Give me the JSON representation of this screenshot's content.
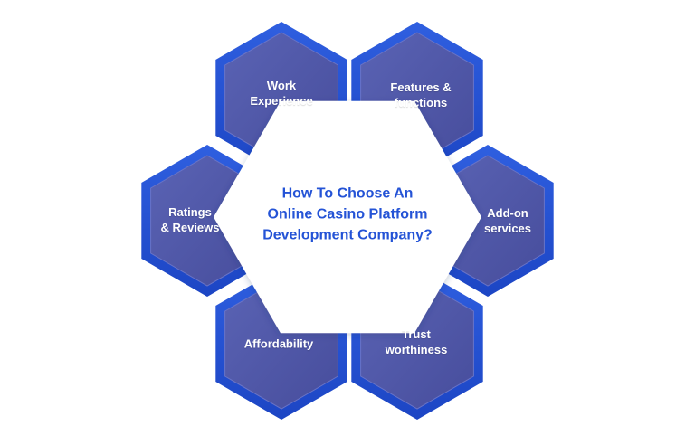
{
  "center": {
    "title": "How To Choose An\nOnline Casino Platform\nDevelopment Company?"
  },
  "factors": [
    {
      "label": "Work\nExperience"
    },
    {
      "label": "Features &\nfunctions"
    },
    {
      "label": "Add-on\nservices"
    },
    {
      "label": "Trust\nworthiness"
    },
    {
      "label": "Affordability"
    },
    {
      "label": "Ratings\n& Reviews"
    }
  ],
  "colors": {
    "outer_hex": "#2452d0",
    "inner_hex": "#5258a8",
    "center_fill": "#ffffff",
    "center_text": "#2453d6",
    "label_text": "#ffffff"
  }
}
